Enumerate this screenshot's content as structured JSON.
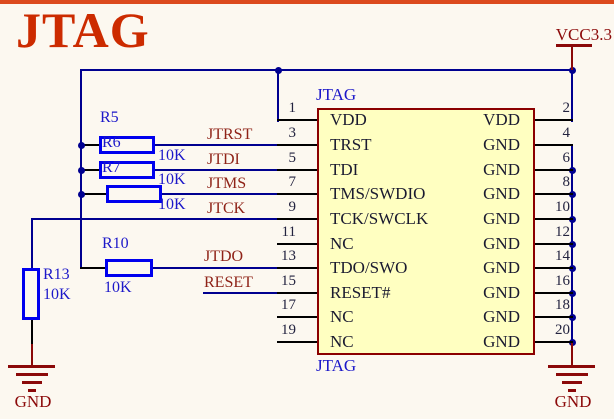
{
  "title": "JTAG",
  "component": {
    "designator": "JTAG",
    "comment": "JTAG",
    "pins_left": [
      {
        "number": "1",
        "name": "VDD"
      },
      {
        "number": "3",
        "name": "TRST"
      },
      {
        "number": "5",
        "name": "TDI"
      },
      {
        "number": "7",
        "name": "TMS/SWDIO"
      },
      {
        "number": "9",
        "name": "TCK/SWCLK"
      },
      {
        "number": "11",
        "name": "NC"
      },
      {
        "number": "13",
        "name": "TDO/SWO"
      },
      {
        "number": "15",
        "name": "RESET#"
      },
      {
        "number": "17",
        "name": "NC"
      },
      {
        "number": "19",
        "name": "NC"
      }
    ],
    "pins_right": [
      {
        "number": "2",
        "name": "VDD"
      },
      {
        "number": "4",
        "name": "GND"
      },
      {
        "number": "6",
        "name": "GND"
      },
      {
        "number": "8",
        "name": "GND"
      },
      {
        "number": "10",
        "name": "GND"
      },
      {
        "number": "12",
        "name": "GND"
      },
      {
        "number": "14",
        "name": "GND"
      },
      {
        "number": "16",
        "name": "GND"
      },
      {
        "number": "18",
        "name": "GND"
      },
      {
        "number": "20",
        "name": "GND"
      }
    ]
  },
  "net_labels": {
    "jtrst": "JTRST",
    "jtdi": "JTDI",
    "jtms": "JTMS",
    "jtck": "JTCK",
    "jtdo": "JTDO",
    "reset": "RESET"
  },
  "power": {
    "vcc": "VCC3.3",
    "gnd_left": "GND",
    "gnd_right": "GND"
  },
  "resistors": {
    "r5": {
      "designator": "R5",
      "value": "10K"
    },
    "r6": {
      "designator": "R6",
      "value": "10K"
    },
    "r7": {
      "designator": "R7",
      "value": "10K"
    },
    "r10": {
      "designator": "R10",
      "value": "10K"
    },
    "r13": {
      "designator": "R13",
      "value": "10K"
    }
  },
  "colors": {
    "wire": "#000090",
    "component_fill": "#FFFFC1",
    "component_border": "#8B0000",
    "power": "#8B0909",
    "net_label": "#8F2318",
    "blue_text": "#1C18C9",
    "title": "#CC2B00",
    "top_bar": "#DC4A1E"
  }
}
